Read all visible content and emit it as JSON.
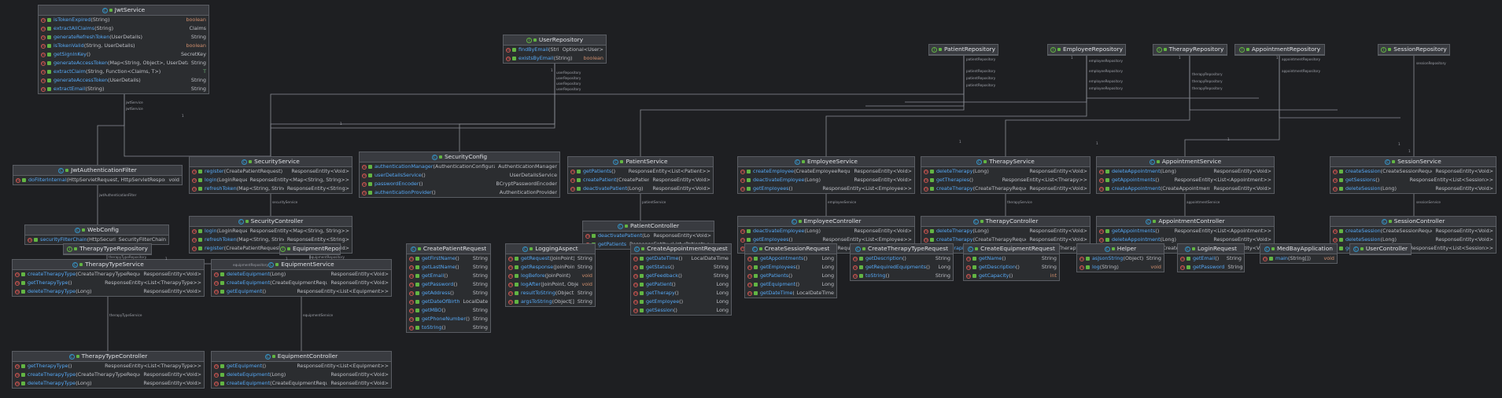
{
  "classes": [
    {
      "key": "jwt",
      "name": "JwtService",
      "kind": "C",
      "members": [
        [
          "isTokenExpired",
          "(String)",
          "boolean",
          "orange"
        ],
        [
          "extractAllClaims",
          "(String)",
          "Claims",
          ""
        ],
        [
          "generateRefreshToken",
          "(UserDetails)",
          "String",
          ""
        ],
        [
          "isTokenValid",
          "(String, UserDetails)",
          "boolean",
          "orange"
        ],
        [
          "getSignInKey",
          "()",
          "SecretKey",
          ""
        ],
        [
          "generateAccessToken",
          "(Map<String, Object>, UserDetails)",
          "String",
          ""
        ],
        [
          "extractClaim",
          "(String, Function<Claims, T>)",
          "T",
          "green"
        ],
        [
          "generateAccessToken",
          "(UserDetails)",
          "String",
          ""
        ],
        [
          "extractEmail",
          "(String)",
          "String",
          ""
        ]
      ]
    },
    {
      "key": "userRepo",
      "name": "UserRepository",
      "kind": "I",
      "members": [
        [
          "findByEmail",
          "(String)",
          "Optional<User>",
          ""
        ],
        [
          "existsByEmail",
          "(String)",
          "boolean",
          "orange"
        ]
      ]
    },
    {
      "key": "patientRepo",
      "name": "PatientRepository",
      "kind": "I",
      "members": []
    },
    {
      "key": "employeeRepo",
      "name": "EmployeeRepository",
      "kind": "I",
      "members": []
    },
    {
      "key": "therapyRepo",
      "name": "TherapyRepository",
      "kind": "I",
      "members": []
    },
    {
      "key": "appointmentRepo",
      "name": "AppointmentRepository",
      "kind": "I",
      "members": []
    },
    {
      "key": "sessionRepo",
      "name": "SessionRepository",
      "kind": "I",
      "members": []
    },
    {
      "key": "jwtFilter",
      "name": "JwtAuthenticationFilter",
      "kind": "C",
      "members": [
        [
          "doFilterInternal",
          "(HttpServletRequest, HttpServletResponse, FilterChain)",
          "void",
          ""
        ]
      ]
    },
    {
      "key": "securityService",
      "name": "SecurityService",
      "kind": "C",
      "members": [
        [
          "register",
          "(CreatePatientRequest)",
          "ResponseEntity<Void>",
          ""
        ],
        [
          "login",
          "(LoginRequest)",
          "ResponseEntity<Map<String, String>>",
          ""
        ],
        [
          "refreshToken",
          "(Map<String, String>)",
          "ResponseEntity<String>",
          ""
        ]
      ]
    },
    {
      "key": "securityConfig",
      "name": "SecurityConfig",
      "kind": "C",
      "members": [
        [
          "authenticationManager",
          "(AuthenticationConfiguration)",
          "AuthenticationManager",
          ""
        ],
        [
          "userDetailsService",
          "()",
          "UserDetailsService",
          ""
        ],
        [
          "passwordEncoder",
          "()",
          "BCryptPasswordEncoder",
          ""
        ],
        [
          "authenticationProvider",
          "()",
          "AuthenticationProvider",
          ""
        ]
      ]
    },
    {
      "key": "patientService",
      "name": "PatientService",
      "kind": "C",
      "members": [
        [
          "getPatients",
          "()",
          "ResponseEntity<List<Patient>>",
          ""
        ],
        [
          "createPatient",
          "(CreatePatientRequest)",
          "ResponseEntity<Void>",
          ""
        ],
        [
          "deactivatePatient",
          "(Long)",
          "ResponseEntity<Void>",
          ""
        ]
      ]
    },
    {
      "key": "employeeService",
      "name": "EmployeeService",
      "kind": "C",
      "members": [
        [
          "createEmployee",
          "(CreateEmployeeRequest)",
          "ResponseEntity<Void>",
          ""
        ],
        [
          "deactivateEmployee",
          "(Long)",
          "ResponseEntity<Void>",
          ""
        ],
        [
          "getEmployees",
          "()",
          "ResponseEntity<List<Employee>>",
          ""
        ]
      ]
    },
    {
      "key": "therapyService",
      "name": "TherapyService",
      "kind": "C",
      "members": [
        [
          "deleteTherapy",
          "(Long)",
          "ResponseEntity<Void>",
          ""
        ],
        [
          "getTherapies",
          "()",
          "ResponseEntity<List<Therapy>>",
          ""
        ],
        [
          "createTherapy",
          "(CreateTherapyRequest)",
          "ResponseEntity<Void>",
          ""
        ]
      ]
    },
    {
      "key": "appointmentService",
      "name": "AppointmentService",
      "kind": "C",
      "members": [
        [
          "deleteAppointment",
          "(Long)",
          "ResponseEntity<Void>",
          ""
        ],
        [
          "getAppointments",
          "()",
          "ResponseEntity<List<Appointment>>",
          ""
        ],
        [
          "createAppointment",
          "(CreateAppointmentRequest)",
          "ResponseEntity<Void>",
          ""
        ]
      ]
    },
    {
      "key": "sessionService",
      "name": "SessionService",
      "kind": "C",
      "members": [
        [
          "createSession",
          "(CreateSessionRequest)",
          "ResponseEntity<Void>",
          ""
        ],
        [
          "getSessions",
          "()",
          "ResponseEntity<List<Session>>",
          ""
        ],
        [
          "deleteSession",
          "(Long)",
          "ResponseEntity<Void>",
          ""
        ]
      ]
    },
    {
      "key": "webConfig",
      "name": "WebConfig",
      "kind": "C",
      "members": [
        [
          "securityFilterChain",
          "(HttpSecurity)",
          "SecurityFilterChain",
          ""
        ]
      ]
    },
    {
      "key": "securityController",
      "name": "SecurityController",
      "kind": "C",
      "members": [
        [
          "login",
          "(LoginRequest)",
          "ResponseEntity<Map<String, String>>",
          ""
        ],
        [
          "refreshToken",
          "(Map<String, String>)",
          "ResponseEntity<String>",
          ""
        ],
        [
          "register",
          "(CreatePatientRequest)",
          "ResponseEntity<Void>",
          ""
        ]
      ]
    },
    {
      "key": "patientController",
      "name": "PatientController",
      "kind": "C",
      "members": [
        [
          "deactivatePatient",
          "(Long)",
          "ResponseEntity<Void>",
          ""
        ],
        [
          "getPatients",
          "()",
          "ResponseEntity<List<Patient>>",
          ""
        ]
      ]
    },
    {
      "key": "employeeController",
      "name": "EmployeeController",
      "kind": "C",
      "members": [
        [
          "deactivateEmployee",
          "(Long)",
          "ResponseEntity<Void>",
          ""
        ],
        [
          "getEmployees",
          "()",
          "ResponseEntity<List<Employee>>",
          ""
        ],
        [
          "createEmployee",
          "(CreateEmployeeRequest)",
          "ResponseEntity<Void>",
          ""
        ]
      ]
    },
    {
      "key": "therapyController",
      "name": "TherapyController",
      "kind": "C",
      "members": [
        [
          "deleteTherapy",
          "(Long)",
          "ResponseEntity<Void>",
          ""
        ],
        [
          "createTherapy",
          "(CreateTherapyRequest)",
          "ResponseEntity<Void>",
          ""
        ],
        [
          "getTherapies",
          "()",
          "ResponseEntity<List<Therapy>>",
          ""
        ]
      ]
    },
    {
      "key": "appointmentController",
      "name": "AppointmentController",
      "kind": "C",
      "members": [
        [
          "getAppointments",
          "()",
          "ResponseEntity<List<Appointment>>",
          ""
        ],
        [
          "deleteAppointment",
          "(Long)",
          "ResponseEntity<Void>",
          ""
        ],
        [
          "createAppointment",
          "(CreateAppointmentRequest)",
          "ResponseEntity<Void>",
          ""
        ]
      ]
    },
    {
      "key": "sessionController",
      "name": "SessionController",
      "kind": "C",
      "members": [
        [
          "createSession",
          "(CreateSessionRequest)",
          "ResponseEntity<Void>",
          ""
        ],
        [
          "deleteSession",
          "(Long)",
          "ResponseEntity<Void>",
          ""
        ],
        [
          "getSessions",
          "()",
          "ResponseEntity<List<Session>>",
          ""
        ]
      ]
    },
    {
      "key": "therapyTypeRepo",
      "name": "TherapyTypeRepository",
      "kind": "I",
      "members": []
    },
    {
      "key": "equipmentRepo",
      "name": "EquipmentRepository",
      "kind": "I",
      "members": []
    },
    {
      "key": "therapyTypeService",
      "name": "TherapyTypeService",
      "kind": "C",
      "members": [
        [
          "createTherapyType",
          "(CreateTherapyTypeRequest)",
          "ResponseEntity<Void>",
          ""
        ],
        [
          "getTherapyType",
          "()",
          "ResponseEntity<List<TherapyType>>",
          ""
        ],
        [
          "deleteTherapyType",
          "(Long)",
          "ResponseEntity<Void>",
          ""
        ]
      ]
    },
    {
      "key": "equipmentService",
      "name": "EquipmentService",
      "kind": "C",
      "members": [
        [
          "deleteEquipment",
          "(Long)",
          "ResponseEntity<Void>",
          ""
        ],
        [
          "createEquipment",
          "(CreateEquipmentRequest)",
          "ResponseEntity<Void>",
          ""
        ],
        [
          "getEquipment",
          "()",
          "ResponseEntity<List<Equipment>>",
          ""
        ]
      ]
    },
    {
      "key": "therapyTypeController",
      "name": "TherapyTypeController",
      "kind": "C",
      "members": [
        [
          "getTherapyType",
          "()",
          "ResponseEntity<List<TherapyType>>",
          ""
        ],
        [
          "createTherapyType",
          "(CreateTherapyTypeRequest)",
          "ResponseEntity<Void>",
          ""
        ],
        [
          "deleteTherapyType",
          "(Long)",
          "ResponseEntity<Void>",
          ""
        ]
      ]
    },
    {
      "key": "equipmentController",
      "name": "EquipmentController",
      "kind": "C",
      "members": [
        [
          "getEquipment",
          "()",
          "ResponseEntity<List<Equipment>>",
          ""
        ],
        [
          "deleteEquipment",
          "(Long)",
          "ResponseEntity<Void>",
          ""
        ],
        [
          "createEquipment",
          "(CreateEquipmentRequest)",
          "ResponseEntity<Void>",
          ""
        ]
      ]
    },
    {
      "key": "createPatientRequest",
      "name": "CreatePatientRequest",
      "kind": "C",
      "members": [
        [
          "getFirstName",
          "()",
          "String",
          ""
        ],
        [
          "getLastName",
          "()",
          "String",
          ""
        ],
        [
          "getEmail",
          "()",
          "String",
          ""
        ],
        [
          "getPassword",
          "()",
          "String",
          ""
        ],
        [
          "getAddress",
          "()",
          "String",
          ""
        ],
        [
          "getDateOfBirth",
          "()",
          "LocalDate",
          ""
        ],
        [
          "getMBO",
          "()",
          "String",
          ""
        ],
        [
          "getPhoneNumber",
          "()",
          "String",
          ""
        ],
        [
          "toString",
          "()",
          "String",
          ""
        ]
      ]
    },
    {
      "key": "loggingAspect",
      "name": "LoggingAspect",
      "kind": "C",
      "members": [
        [
          "getRequest",
          "(JoinPoint)",
          "String",
          ""
        ],
        [
          "getResponse",
          "(JoinPoint, Object)",
          "String",
          ""
        ],
        [
          "logBefore",
          "(JoinPoint)",
          "void",
          "orange"
        ],
        [
          "logAfter",
          "(JoinPoint, Object)",
          "void",
          "orange"
        ],
        [
          "resultToString",
          "(Object)",
          "String",
          ""
        ],
        [
          "argsToString",
          "(Object[])",
          "String",
          ""
        ]
      ]
    },
    {
      "key": "createAppointmentRequest",
      "name": "CreateAppointmentRequest",
      "kind": "C",
      "members": [
        [
          "getDateTime",
          "()",
          "LocalDateTime",
          ""
        ],
        [
          "getStatus",
          "()",
          "String",
          ""
        ],
        [
          "getFeedback",
          "()",
          "String",
          ""
        ],
        [
          "getPatient",
          "()",
          "Long",
          ""
        ],
        [
          "getTherapy",
          "()",
          "Long",
          ""
        ],
        [
          "getEmployee",
          "()",
          "Long",
          ""
        ],
        [
          "getSession",
          "()",
          "Long",
          ""
        ]
      ]
    },
    {
      "key": "createSessionRequest",
      "name": "CreateSessionRequest",
      "kind": "C",
      "members": [
        [
          "getAppointments",
          "()",
          "Long",
          ""
        ],
        [
          "getEmployees",
          "()",
          "Long",
          ""
        ],
        [
          "getPatients",
          "()",
          "Long",
          ""
        ],
        [
          "getEquipment",
          "()",
          "Long",
          ""
        ],
        [
          "getDateTime",
          "()",
          "LocalDateTime",
          ""
        ]
      ]
    },
    {
      "key": "createTherapyTypeRequest",
      "name": "CreateTherapyTypeRequest",
      "kind": "C",
      "members": [
        [
          "getDescription",
          "()",
          "String",
          ""
        ],
        [
          "getRequiredEquipments",
          "()",
          "Long",
          ""
        ],
        [
          "toString",
          "()",
          "String",
          ""
        ]
      ]
    },
    {
      "key": "createEquipmentRequest",
      "name": "CreateEquipmentRequest",
      "kind": "C",
      "members": [
        [
          "getName",
          "()",
          "String",
          ""
        ],
        [
          "getDescription",
          "()",
          "String",
          ""
        ],
        [
          "getCapacity",
          "()",
          "int",
          "orange"
        ]
      ]
    },
    {
      "key": "helper",
      "name": "Helper",
      "kind": "C",
      "members": [
        [
          "asJsonString",
          "(Object)",
          "String",
          ""
        ],
        [
          "log",
          "(String)",
          "void",
          "orange"
        ]
      ]
    },
    {
      "key": "loginRequest",
      "name": "LoginRequest",
      "kind": "C",
      "members": [
        [
          "getEmail",
          "()",
          "String",
          ""
        ],
        [
          "getPassword",
          "()",
          "String",
          ""
        ]
      ]
    },
    {
      "key": "medBayApplication",
      "name": "MedBayApplication",
      "kind": "C",
      "members": [
        [
          "main",
          "(String[])",
          "void",
          "orange"
        ]
      ]
    },
    {
      "key": "userController",
      "name": "UserController",
      "kind": "C",
      "members": []
    }
  ],
  "edge_labels": [
    "jwtService",
    "jwtService",
    "jwtAuthenticationFilter",
    "securityService",
    "userRepository",
    "userRepository",
    "userRepository",
    "userRepository",
    "patientRepository",
    "patientRepository",
    "patientRepository",
    "patientRepository",
    "patientService",
    "employeeRepository",
    "employeeRepository",
    "employeeRepository",
    "employeeRepository",
    "employeeService",
    "therapyRepository",
    "therapyRepository",
    "therapyRepository",
    "therapyService",
    "appointmentRepository",
    "appointmentRepository",
    "appointmentService",
    "sessionRepository",
    "sessionService",
    "therapyTypeRepository",
    "equipmentRepository",
    "equipmentRepository",
    "therapyTypeService",
    "equipmentService"
  ],
  "multiplicity": "1"
}
